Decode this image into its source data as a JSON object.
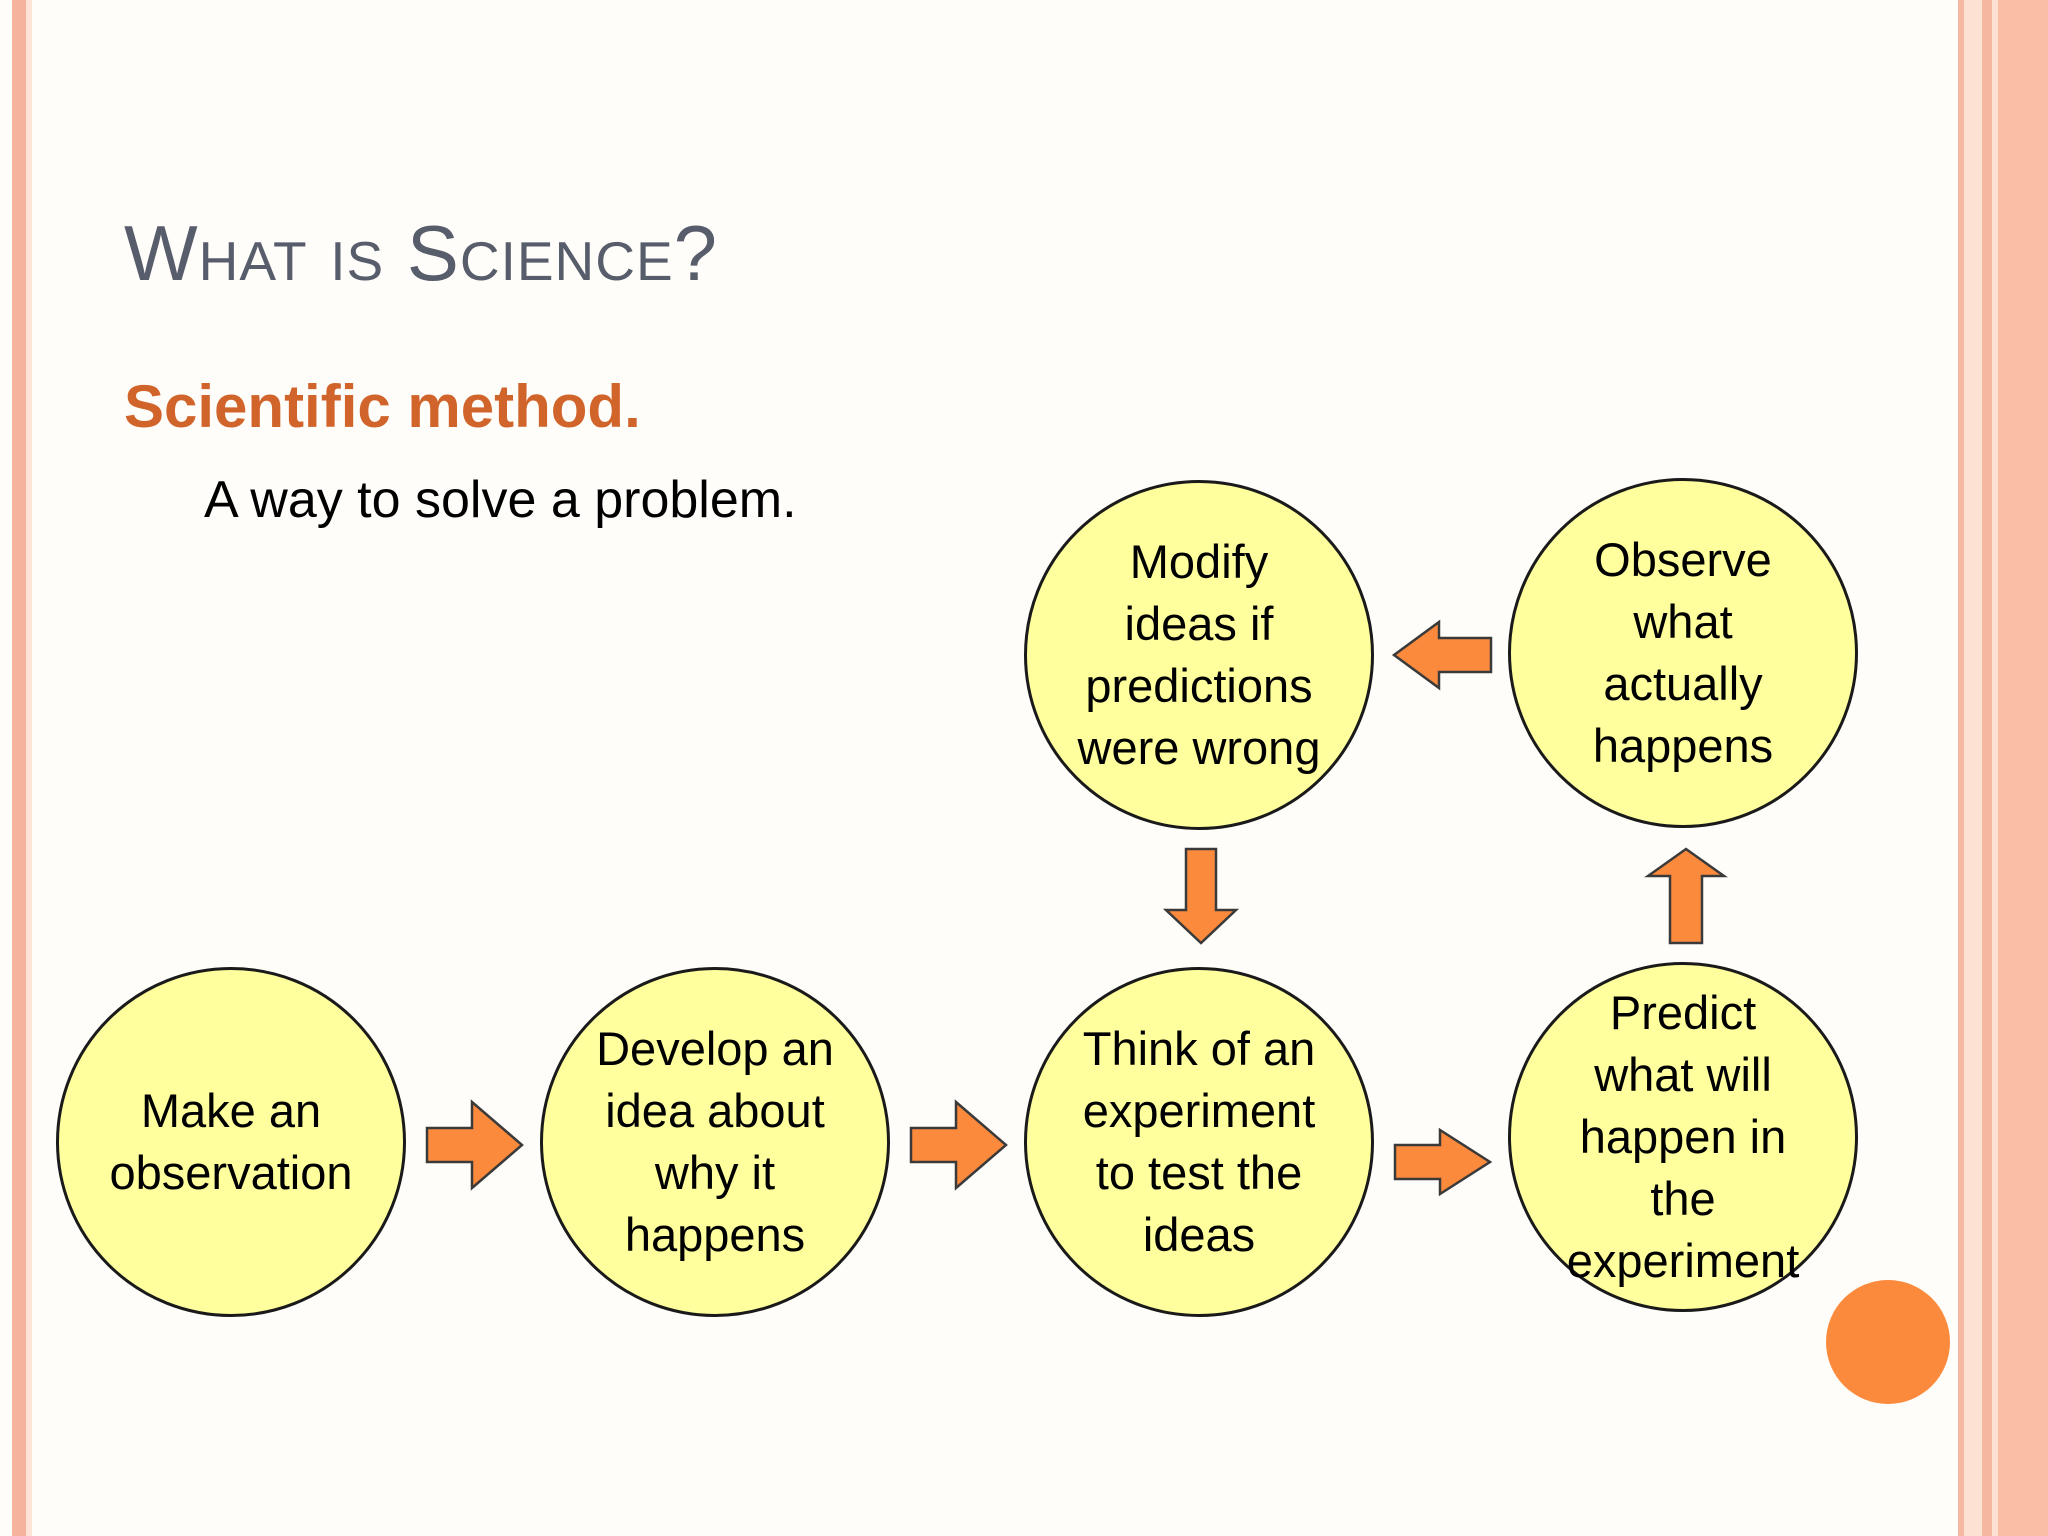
{
  "slide": {
    "title": "What is Science?",
    "subtitle": "Scientific method.",
    "body": "A way to solve a problem."
  },
  "diagram": {
    "nodes": [
      {
        "id": "observation",
        "text": "Make an\nobservation"
      },
      {
        "id": "develop",
        "text": "Develop an\nidea about\nwhy it\nhappens"
      },
      {
        "id": "experiment",
        "text": "Think of  an\nexperiment\nto test the\nideas"
      },
      {
        "id": "predict",
        "text": "Predict\nwhat will\nhappen in\nthe\nexperiment"
      },
      {
        "id": "observe",
        "text": "Observe\nwhat\nactually\nhappens"
      },
      {
        "id": "modify",
        "text": "Modify\nideas if\npredictions\nwere wrong"
      }
    ],
    "edges": [
      {
        "from": "observation",
        "to": "develop",
        "direction": "right"
      },
      {
        "from": "develop",
        "to": "experiment",
        "direction": "right"
      },
      {
        "from": "experiment",
        "to": "predict",
        "direction": "right"
      },
      {
        "from": "predict",
        "to": "observe",
        "direction": "up"
      },
      {
        "from": "observe",
        "to": "modify",
        "direction": "left"
      },
      {
        "from": "modify",
        "to": "experiment",
        "direction": "down"
      }
    ],
    "colors": {
      "node_fill": "#ffff9e",
      "node_stroke": "#1a1a1a",
      "arrow_fill": "#fb8a3c",
      "arrow_stroke": "#3a3a3a",
      "subtitle": "#d0642a",
      "title": "#585d6b"
    }
  }
}
